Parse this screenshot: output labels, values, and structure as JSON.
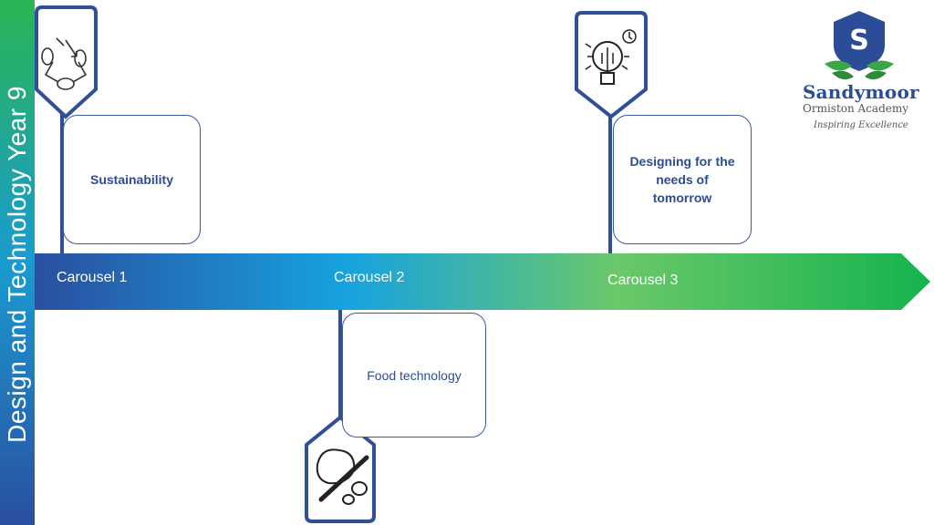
{
  "side_title": "Design and Technology Year 9",
  "carousels": [
    "Carousel 1",
    "Carousel 2",
    "Carousel 3"
  ],
  "topics": {
    "sustainability": "Sustainability",
    "food": "Food technology",
    "future": "Designing for the needs of tomorrow"
  },
  "logo": {
    "letter": "S",
    "name": "Sandymoor",
    "subtitle": "Ormiston Academy",
    "tagline": "Inspiring Excellence"
  },
  "colors": {
    "brand_blue": "#2b4c96",
    "green": "#2ab552",
    "cyan": "#1a9bd0"
  },
  "icons": [
    "recycle-leaves-icon",
    "lightbulb-network-icon",
    "rolling-pin-food-icon"
  ]
}
